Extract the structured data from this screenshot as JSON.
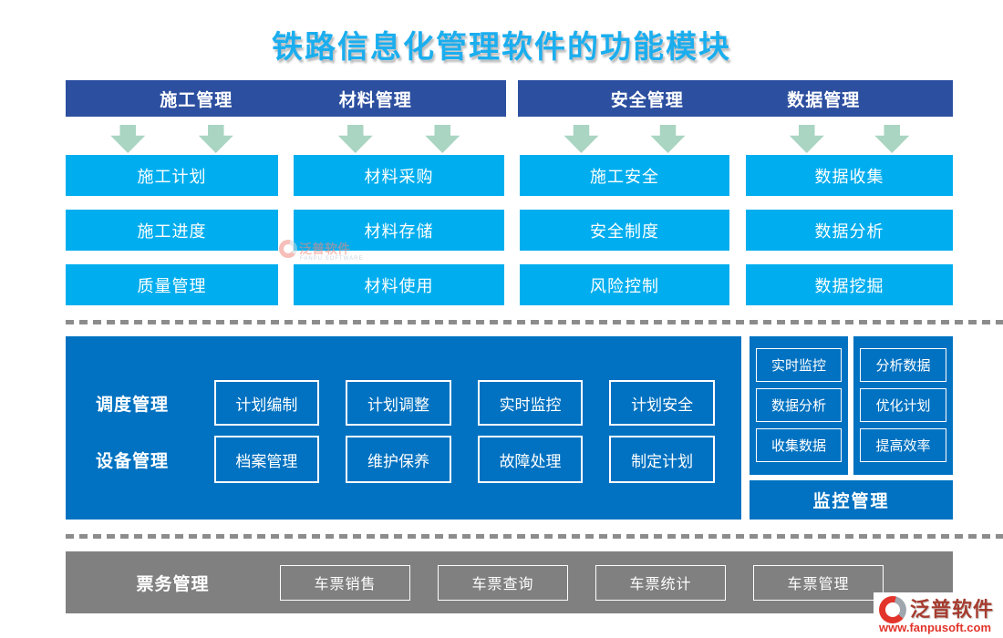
{
  "title": "铁路信息化管理软件的功能模块",
  "top_section": {
    "groups": [
      {
        "header": "施工管理",
        "items": [
          "施工计划",
          "施工进度",
          "质量管理"
        ]
      },
      {
        "header": "材料管理",
        "items": [
          "材料采购",
          "材料存储",
          "材料使用"
        ]
      },
      {
        "header": "安全管理",
        "items": [
          "施工安全",
          "安全制度",
          "风险控制"
        ]
      },
      {
        "header": "数据管理",
        "items": [
          "数据收集",
          "数据分析",
          "数据挖掘"
        ]
      }
    ]
  },
  "middle_section": {
    "rows": [
      {
        "label": "调度管理",
        "items": [
          "计划编制",
          "计划调整",
          "实时监控",
          "计划安全"
        ]
      },
      {
        "label": "设备管理",
        "items": [
          "档案管理",
          "维护保养",
          "故障处理",
          "制定计划"
        ]
      }
    ],
    "right_panels": [
      {
        "items": [
          "实时监控",
          "数据分析",
          "收集数据"
        ]
      },
      {
        "items": [
          "分析数据",
          "优化计划",
          "提高效率"
        ]
      }
    ],
    "monitor_bar": "监控管理"
  },
  "bottom_section": {
    "label": "票务管理",
    "items": [
      "车票销售",
      "车票查询",
      "车票统计",
      "车票管理"
    ]
  },
  "branding": {
    "logo_text": "泛普软件",
    "url": "www.fanpusoft.com"
  },
  "watermark": {
    "text": "泛普软件",
    "sub": "FANPU SOFTWARE"
  },
  "icons": {
    "down_arrow": "thick-down-arrow",
    "logo_mark": "red-gray-ring-swoosh"
  },
  "colors": {
    "title_blue": "#1BAEEF",
    "header_navy": "#2C4FA0",
    "box_cyan": "#00AEEF",
    "panel_blue": "#0072C1",
    "arrow_green": "#A9D5C2",
    "ticket_gray": "#808080",
    "divider_gray": "#8C8C8C",
    "logo_red": "#E2342B",
    "logo_text_red": "#A63C2F"
  }
}
